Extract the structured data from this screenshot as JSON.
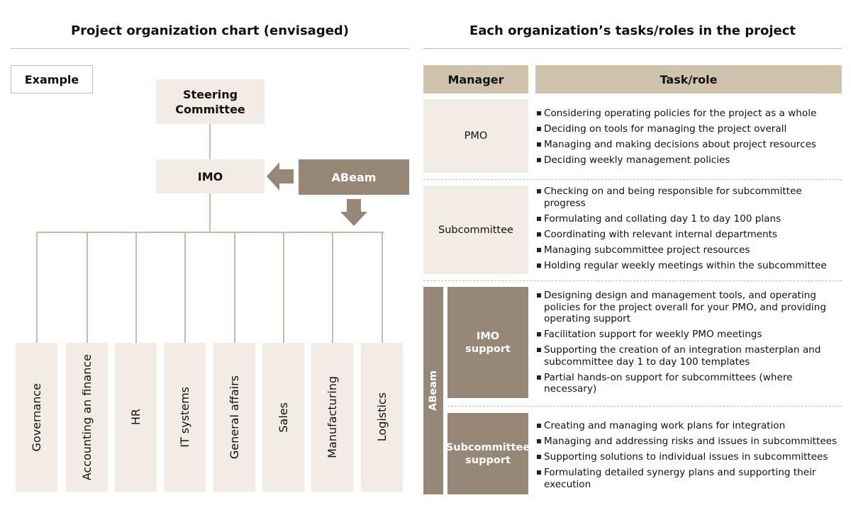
{
  "left": {
    "title": "Project organization chart (envisaged)",
    "example": "Example",
    "steering": "Steering Committee",
    "imo": "IMO",
    "abeam": "ABeam",
    "subcommittees": [
      "Governance",
      "Accounting an finance",
      "HR",
      "IT systems",
      "General affairs",
      "Sales",
      "Manufacturing",
      "Logistics"
    ]
  },
  "right": {
    "title": "Each organization’s tasks/roles in the project",
    "headers": {
      "manager": "Manager",
      "task": "Task/role"
    },
    "pmo": {
      "label": "PMO",
      "tasks": [
        "Considering operating policies for the project as a whole",
        "Deciding on tools for managing the project overall",
        "Managing and making decisions about project resources",
        "Deciding weekly management policies"
      ]
    },
    "subcommittee": {
      "label": "Subcommittee",
      "tasks": [
        "Checking on and being responsible for subcommittee progress",
        "Formulating and collating day 1 to day 100 plans",
        "Coordinating with relevant internal departments",
        "Managing subcommittee project resources",
        "Holding regular weekly meetings within the subcommittee"
      ]
    },
    "abeam": {
      "label": "ABeam",
      "imo_support": {
        "label": "IMO support",
        "tasks": [
          "Designing design and management tools, and operating policies for the project overall for your PMO, and providing operating support",
          "Facilitation support for weekly PMO meetings",
          "Supporting the creation of an integration masterplan and subcommittee day 1 to day 100 templates",
          "Partial hands-on support for subcommittees (where necessary)"
        ]
      },
      "sub_support": {
        "label": "Subcommittee support",
        "tasks": [
          "Creating and managing work plans for integration",
          "Managing and addressing risks and issues in subcommittees",
          "Supporting solutions to individual issues in subcommittees",
          "Formulating detailed synergy plans and supporting their execution"
        ]
      }
    }
  }
}
